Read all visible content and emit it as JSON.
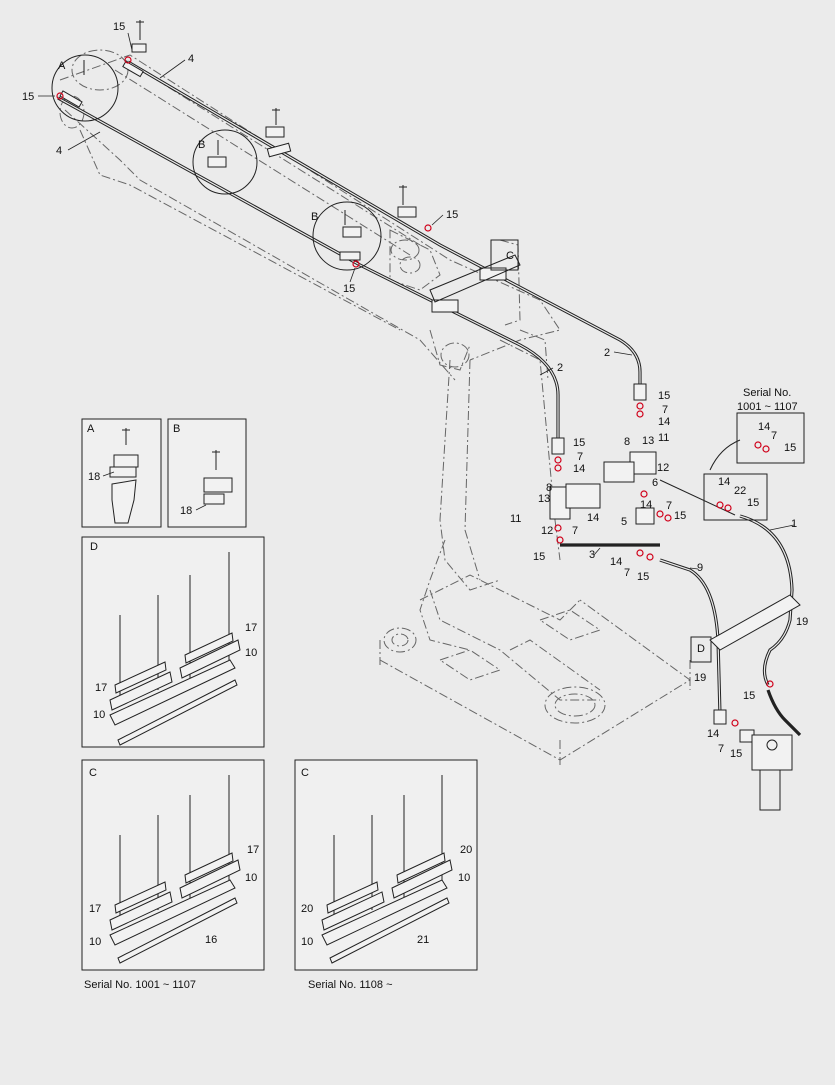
{
  "diagram": {
    "detail_letters": [
      "A",
      "B",
      "B",
      "C",
      "D"
    ],
    "inset_letters": {
      "a": "A",
      "b": "B",
      "d": "D",
      "c1": "C",
      "c2": "C"
    },
    "serial_header_line1": "Serial No.",
    "serial_header_line2": "1001 ~ 1107",
    "caption_left": "Serial No. 1001 ~ 1107",
    "caption_right": "Serial No. 1108 ~",
    "callouts": {
      "p15a": "15",
      "p15b": "15",
      "p4a": "4",
      "p4b": "4",
      "p15c": "15",
      "p15d": "15",
      "p2a": "2",
      "p2b": "2",
      "p15e": "15",
      "p7a": "7",
      "p14a": "14",
      "p8a": "8",
      "p13a": "13",
      "p11a": "11",
      "p12a": "12",
      "p15f": "15",
      "p7b": "7",
      "p14b": "14",
      "p8b": "8",
      "p13b": "13",
      "p14c": "14",
      "p11b": "11",
      "p12b": "12",
      "p7c": "7",
      "p6": "6",
      "p14d": "14",
      "p7d": "7",
      "p5": "5",
      "p15g": "15",
      "p3": "3",
      "p15h": "15",
      "p14e": "14",
      "p7e": "7",
      "p15i": "15",
      "p9": "9",
      "p14f": "14",
      "p7f": "7",
      "p15j": "15",
      "p14g": "14",
      "p22": "22",
      "p15k": "15",
      "p1": "1",
      "p19a": "19",
      "p19b": "19",
      "p15l": "15",
      "p14h": "14",
      "p7g": "7",
      "p15m": "15",
      "a18": "18",
      "b18": "18",
      "d17a": "17",
      "d10a": "10",
      "d17b": "17",
      "d10b": "10",
      "c17a": "17",
      "c10a": "10",
      "c17b": "17",
      "c10b": "10",
      "c16": "16",
      "e20a": "20",
      "e10a": "10",
      "e20b": "20",
      "e10b": "10",
      "e21": "21"
    }
  }
}
